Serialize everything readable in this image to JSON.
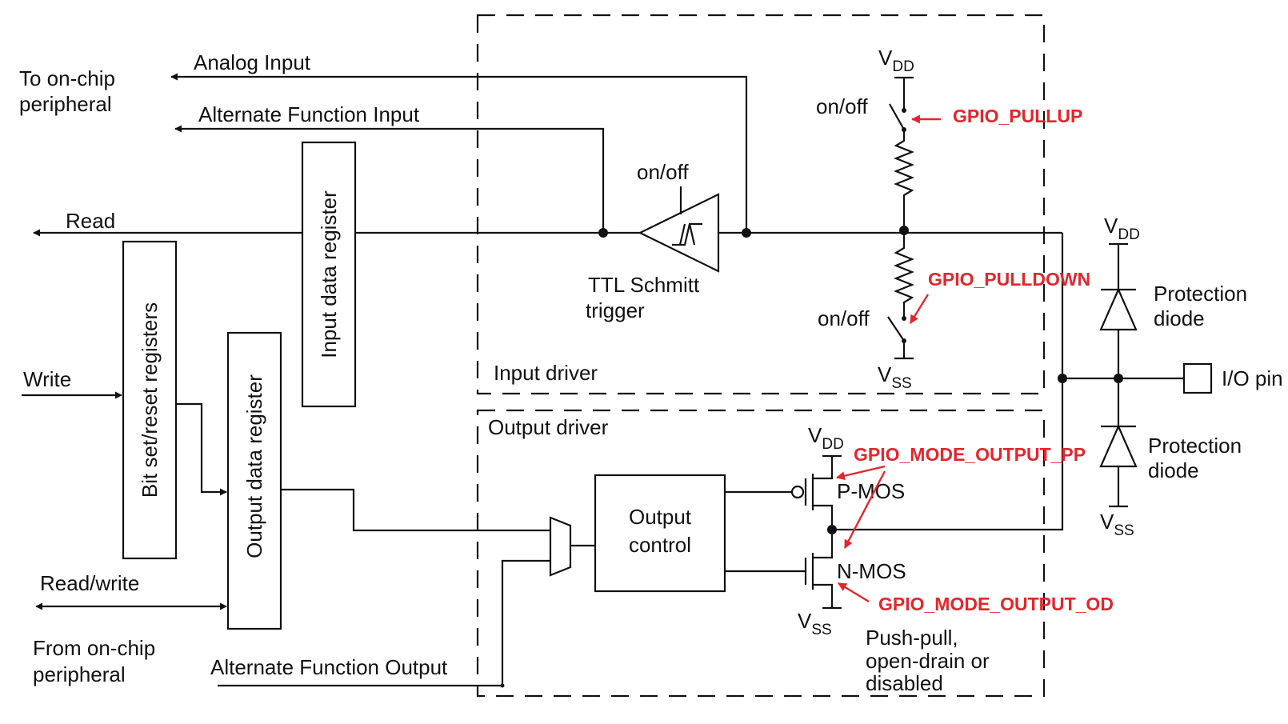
{
  "labels": {
    "to_on_chip_1": "To on-chip",
    "to_on_chip_2": "peripheral",
    "analog_input": "Analog Input",
    "alt_func_input": "Alternate Function Input",
    "read": "Read",
    "write": "Write",
    "read_write": "Read/write",
    "from_on_chip_1": "From on-chip",
    "from_on_chip_2": "peripheral",
    "alt_func_output": "Alternate Function Output",
    "bit_set_reset": "Bit set/reset registers",
    "input_data_register": "Input data register",
    "output_data_register": "Output data register",
    "schmitt_onoff": "on/off",
    "schmitt_1": "TTL Schmitt",
    "schmitt_2": "trigger",
    "input_driver": "Input driver",
    "output_driver": "Output driver",
    "output_control_1": "Output",
    "output_control_2": "control",
    "pullup_onoff": "on/off",
    "pulldown_onoff": "on/off",
    "v": "V",
    "dd": "DD",
    "ss": "SS",
    "pmos": "P-MOS",
    "nmos": "N-MOS",
    "mode_1": "Push-pull,",
    "mode_2": "open-drain or",
    "mode_3": "disabled",
    "protection_1": "Protection",
    "protection_2": "diode",
    "io_pin": "I/O pin"
  },
  "annotations": {
    "pullup": "GPIO_PULLUP",
    "pulldown": "GPIO_PULLDOWN",
    "output_pp": "GPIO_MODE_OUTPUT_PP",
    "output_od": "GPIO_MODE_OUTPUT_OD"
  },
  "colors": {
    "annotation": "#e3262c",
    "line": "#111111"
  }
}
